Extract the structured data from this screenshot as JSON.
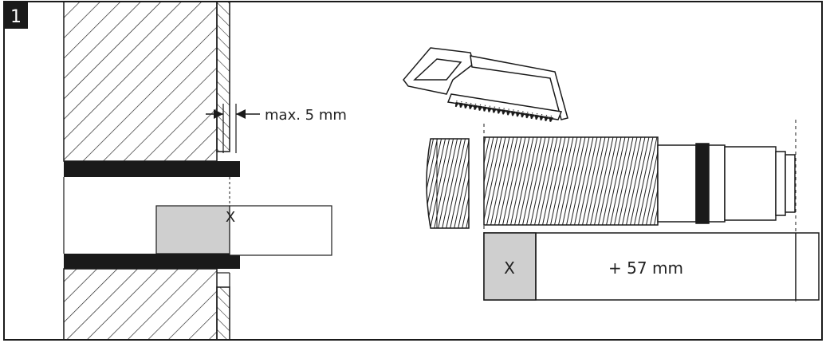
{
  "step_badge": {
    "number": "1"
  },
  "wall_detail": {
    "gap_label": "max. 5 mm",
    "marker_label": "X"
  },
  "cut_detail": {
    "segment_label": "X",
    "extension_label": "+ 57 mm"
  },
  "colors": {
    "stroke": "#1a1a1a",
    "badge_fill": "#1a1a1a",
    "shaded_fill": "#cfcfcf",
    "background": "#ffffff"
  },
  "icons": [
    "hacksaw-icon",
    "dimension-arrow-icon"
  ]
}
